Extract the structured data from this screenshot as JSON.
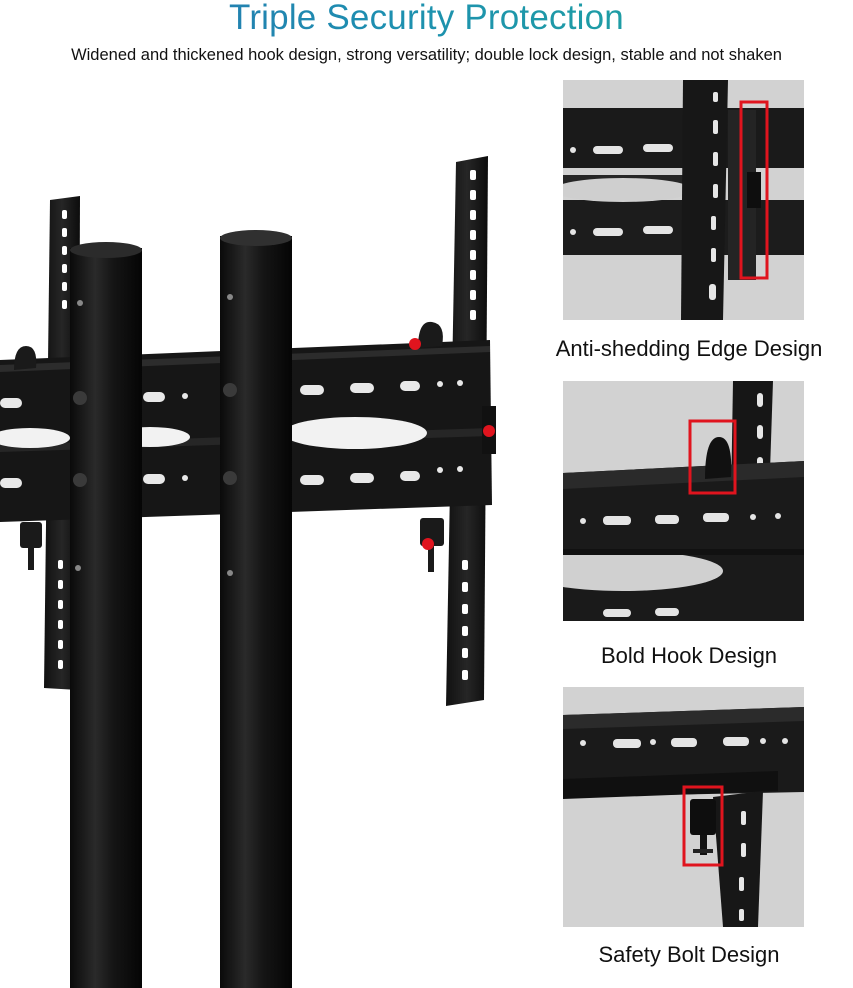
{
  "header": {
    "title": "Triple Security Protection",
    "subtitle": "Widened and thickened hook design, strong versatility; double lock design, stable and not shaken"
  },
  "features": [
    {
      "caption": "Anti-shedding Edge Design"
    },
    {
      "caption": "Bold Hook Design"
    },
    {
      "caption": "Safety Bolt Design"
    }
  ],
  "colors": {
    "title_gradient": [
      "#2a6fb0",
      "#1faa9a"
    ],
    "highlight": "#e0141e",
    "metal": "#141414",
    "panel_bg": "#d2d2d2"
  }
}
